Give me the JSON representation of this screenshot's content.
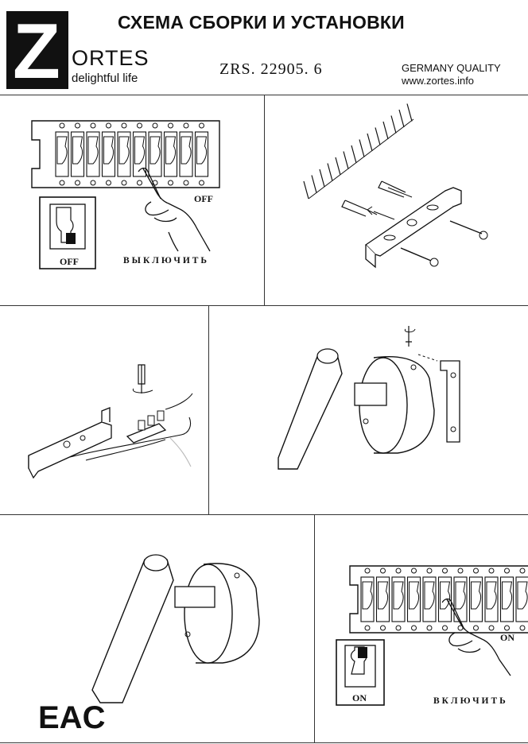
{
  "header": {
    "title": "СХЕМА СБОРКИ И УСТАНОВКИ",
    "brand": "ORTES",
    "brand_logo": "Z",
    "tagline": "delightful life",
    "model": "ZRS. 22905. 6",
    "quality_line1": "GERMANY QUALITY",
    "quality_line2": "www.zortes.info"
  },
  "steps": {
    "off_label": "OFF",
    "off_instruction": "ВЫКЛЮЧИТЬ",
    "on_label": "ON",
    "on_instruction": "ВКЛЮЧИТЬ"
  },
  "certification": "EAC",
  "colors": {
    "line": "#333333",
    "ink": "#111111",
    "background": "#ffffff"
  }
}
